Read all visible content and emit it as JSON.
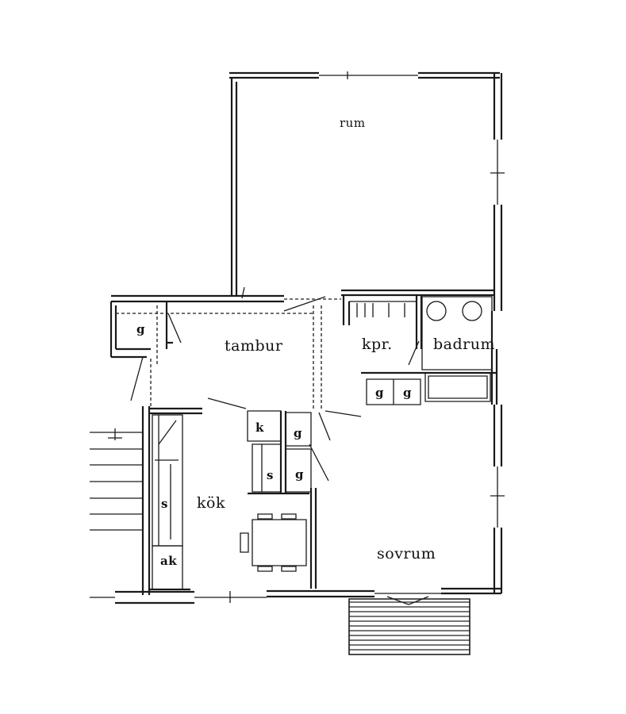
{
  "rooms": {
    "rum": "rum",
    "tambur": "tambur",
    "kpr": "kpr.",
    "badrum": "badrum",
    "kok": "kök",
    "sovrum": "sovrum"
  },
  "fixtures": {
    "g_entry": "g",
    "g_kpr_1": "g",
    "g_kpr_2": "g",
    "k": "k",
    "s_mid": "s",
    "g_mid_1": "g",
    "g_mid_2": "g",
    "s_kitchen": "s",
    "ak": "ak"
  }
}
